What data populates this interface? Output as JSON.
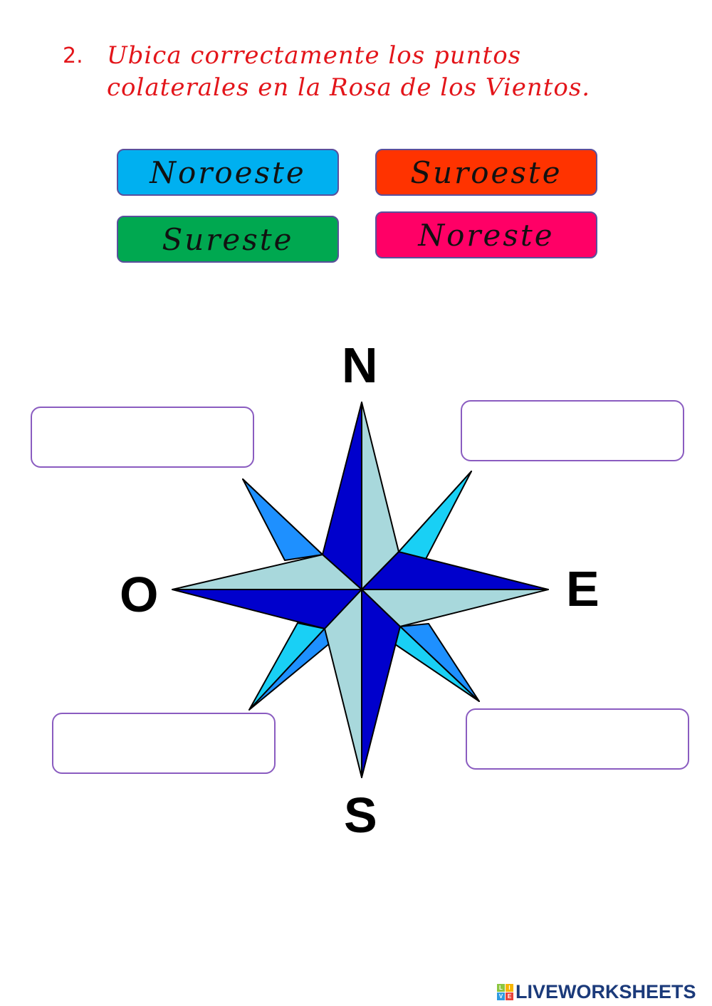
{
  "instruction": {
    "number": "2.",
    "text": "Ubica correctamente los puntos colaterales en la Rosa de los Vientos.",
    "color": "#e3151a"
  },
  "word_chips": [
    {
      "label": "Noroeste",
      "color": "#00b0f0"
    },
    {
      "label": "Suroeste",
      "color": "#ff3300"
    },
    {
      "label": "Sureste",
      "color": "#00a850"
    },
    {
      "label": "Noreste",
      "color": "#ff0066"
    }
  ],
  "compass": {
    "north": "N",
    "south": "S",
    "east": "E",
    "west": "O",
    "colors": {
      "dark_blue": "#0000cc",
      "light_gray_blue": "#a8d8dc",
      "mid_blue": "#1e90ff",
      "cyan": "#19d0f5",
      "outline": "#000000"
    }
  },
  "drop_boxes": [
    {
      "position": "top-left",
      "value": ""
    },
    {
      "position": "top-right",
      "value": ""
    },
    {
      "position": "bottom-left",
      "value": ""
    },
    {
      "position": "bottom-right",
      "value": ""
    }
  ],
  "footer": {
    "logo_badge": [
      "L",
      "I",
      "V",
      "E"
    ],
    "logo_text": "LIVEWORKSHEETS"
  }
}
